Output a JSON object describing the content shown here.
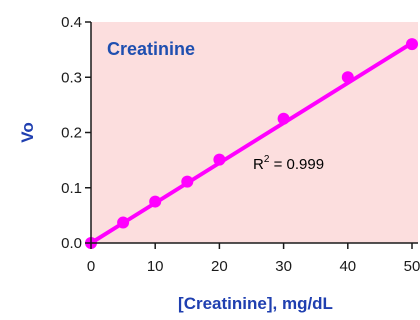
{
  "chart_data": {
    "type": "scatter",
    "title": "Creatinine",
    "xlabel": "[Creatinine], mg/dL",
    "ylabel": "Vo",
    "xlim": [
      0,
      50
    ],
    "ylim": [
      0,
      0.4
    ],
    "xticks": [
      "0",
      "10",
      "20",
      "30",
      "40",
      "50"
    ],
    "yticks": [
      "0.0",
      "0.1",
      "0.2",
      "0.3",
      "0.4"
    ],
    "grid": false,
    "series": [
      {
        "x": [
          0,
          5,
          10,
          15,
          20,
          30,
          40,
          50
        ],
        "y": [
          0.0,
          0.037,
          0.075,
          0.111,
          0.151,
          0.225,
          0.3,
          0.36
        ]
      }
    ],
    "fit_line": {
      "x": [
        0,
        50
      ],
      "y": [
        0.0,
        0.362
      ]
    },
    "annotation": {
      "base": "R",
      "sup": "2",
      "rest": " = 0.999"
    },
    "colors": {
      "background": "#fcdede",
      "series": "#ff00ff",
      "axis": "#1a1a1a",
      "title": "#1f4fb0",
      "axis_title": "#1f3fb0",
      "xtick_labels": "#1a1a1a"
    }
  }
}
